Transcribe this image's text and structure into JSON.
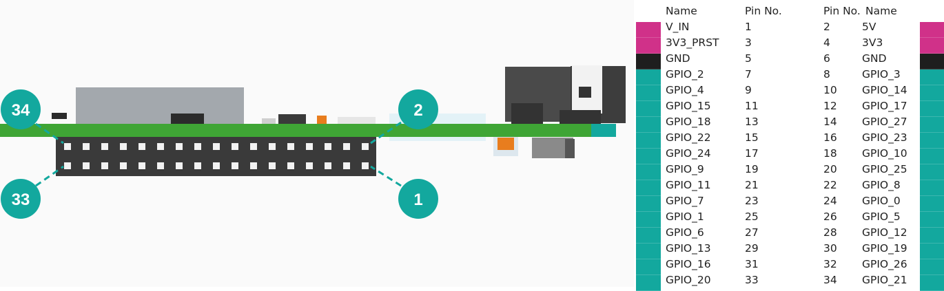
{
  "colors": {
    "power": "#d03189",
    "ground": "#1e1e1e",
    "gpio": "#13a89e",
    "pcb": "#3fa535",
    "header": "#3a3a3a",
    "badge": "#13a89e"
  },
  "badges": {
    "top_left": "34",
    "bottom_left": "33",
    "top_right": "2",
    "bottom_right": "1"
  },
  "table": {
    "headers": {
      "name_left": "Name",
      "pin_left": "Pin No.",
      "pin_right": "Pin No.",
      "name_right": "Name"
    },
    "rows": [
      {
        "left_name": "V_IN",
        "left_pin": "1",
        "right_pin": "2",
        "right_name": "5V",
        "left_type": "power",
        "right_type": "power"
      },
      {
        "left_name": "3V3_PRST",
        "left_pin": "3",
        "right_pin": "4",
        "right_name": "3V3",
        "left_type": "power",
        "right_type": "power"
      },
      {
        "left_name": "GND",
        "left_pin": "5",
        "right_pin": "6",
        "right_name": "GND",
        "left_type": "ground",
        "right_type": "ground"
      },
      {
        "left_name": "GPIO_2",
        "left_pin": "7",
        "right_pin": "8",
        "right_name": "GPIO_3",
        "left_type": "gpio",
        "right_type": "gpio"
      },
      {
        "left_name": "GPIO_4",
        "left_pin": "9",
        "right_pin": "10",
        "right_name": "GPIO_14",
        "left_type": "gpio",
        "right_type": "gpio"
      },
      {
        "left_name": "GPIO_15",
        "left_pin": "11",
        "right_pin": "12",
        "right_name": "GPIO_17",
        "left_type": "gpio",
        "right_type": "gpio"
      },
      {
        "left_name": "GPIO_18",
        "left_pin": "13",
        "right_pin": "14",
        "right_name": "GPIO_27",
        "left_type": "gpio",
        "right_type": "gpio"
      },
      {
        "left_name": "GPIO_22",
        "left_pin": "15",
        "right_pin": "16",
        "right_name": "GPIO_23",
        "left_type": "gpio",
        "right_type": "gpio"
      },
      {
        "left_name": "GPIO_24",
        "left_pin": "17",
        "right_pin": "18",
        "right_name": "GPIO_10",
        "left_type": "gpio",
        "right_type": "gpio"
      },
      {
        "left_name": "GPIO_9",
        "left_pin": "19",
        "right_pin": "20",
        "right_name": "GPIO_25",
        "left_type": "gpio",
        "right_type": "gpio"
      },
      {
        "left_name": "GPIO_11",
        "left_pin": "21",
        "right_pin": "22",
        "right_name": "GPIO_8",
        "left_type": "gpio",
        "right_type": "gpio"
      },
      {
        "left_name": "GPIO_7",
        "left_pin": "23",
        "right_pin": "24",
        "right_name": "GPIO_0",
        "left_type": "gpio",
        "right_type": "gpio"
      },
      {
        "left_name": "GPIO_1",
        "left_pin": "25",
        "right_pin": "26",
        "right_name": "GPIO_5",
        "left_type": "gpio",
        "right_type": "gpio"
      },
      {
        "left_name": "GPIO_6",
        "left_pin": "27",
        "right_pin": "28",
        "right_name": "GPIO_12",
        "left_type": "gpio",
        "right_type": "gpio"
      },
      {
        "left_name": "GPIO_13",
        "left_pin": "29",
        "right_pin": "30",
        "right_name": "GPIO_19",
        "left_type": "gpio",
        "right_type": "gpio"
      },
      {
        "left_name": "GPIO_16",
        "left_pin": "31",
        "right_pin": "32",
        "right_name": "GPIO_26",
        "left_type": "gpio",
        "right_type": "gpio"
      },
      {
        "left_name": "GPIO_20",
        "left_pin": "33",
        "right_pin": "34",
        "right_name": "GPIO_21",
        "left_type": "gpio",
        "right_type": "gpio"
      }
    ]
  }
}
